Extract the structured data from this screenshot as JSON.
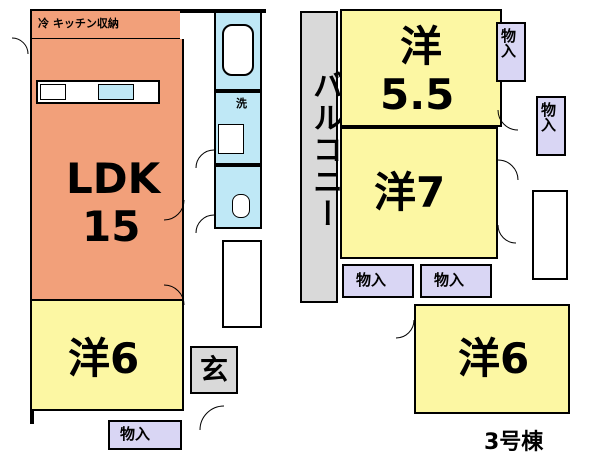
{
  "floor_label": "3号棟",
  "first_floor": {
    "kitchen_label": "冷 キッチン収納",
    "storage_label": "収",
    "ldk_label": "LDK",
    "ldk_size": "15",
    "washroom_label": "洗",
    "entrance_label": "玄",
    "bedroom_label": "洋6",
    "closet_label": "物入"
  },
  "second_floor": {
    "balcony_label": "バルコニー",
    "bedroom_a_label": "洋",
    "bedroom_a_size": "5.5",
    "bedroom_b_label": "洋7",
    "bedroom_c_label": "洋6",
    "closet_a_label": "物入",
    "closet_b_label": "物入",
    "closet_c_label": "物入",
    "closet_d_label": "物入"
  }
}
